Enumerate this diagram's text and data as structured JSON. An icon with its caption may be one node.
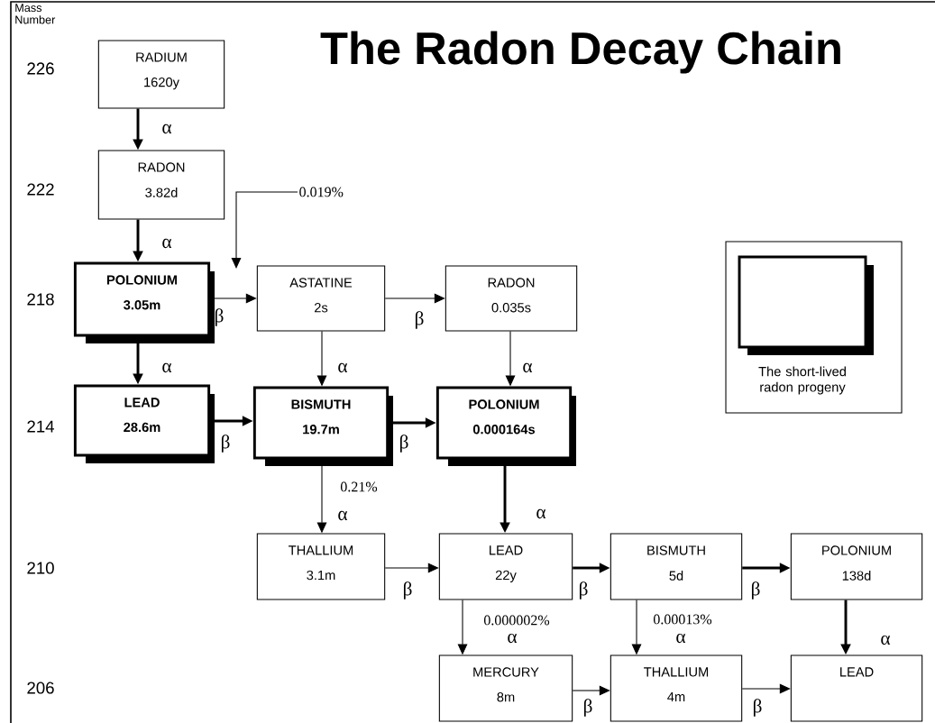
{
  "diagram": {
    "title": "The Radon Decay Chain",
    "nodes": [
      {
        "text": [
          "RADIUM",
          "1620y"
        ]
      },
      {
        "text": [
          "RADON",
          "3.82d"
        ]
      },
      {
        "text": [
          "POLONIUM",
          "3.05m"
        ]
      },
      {
        "text": [
          "ASTATINE",
          "2s"
        ]
      },
      {
        "text": [
          "RADON",
          "0.035s"
        ]
      },
      {
        "text": [
          "LEAD",
          "28.6m"
        ]
      },
      {
        "text": [
          "BISMUTH",
          "19.7m"
        ]
      },
      {
        "text": [
          "POLONIUM",
          "0.000164s"
        ]
      },
      {
        "text": [
          "THALLIUM",
          "3.1m"
        ]
      },
      {
        "text": [
          "LEAD",
          "22y"
        ]
      },
      {
        "text": [
          "BISMUTH",
          "5d"
        ]
      },
      {
        "text": [
          "POLONIUM",
          "138d"
        ]
      },
      {
        "text": [
          "MERCURY",
          "8m"
        ]
      },
      {
        "text": [
          "THALLIUM",
          "4m"
        ]
      },
      {
        "text": [
          "LEAD"
        ]
      },
      {
        "text": [
          "0.019%"
        ]
      }
    ],
    "edges": [
      {
        "from": 0,
        "to": 1,
        "arrow": "to",
        "label": "α",
        "style": "thick"
      },
      {
        "from": 1,
        "to": 2,
        "arrow": "to",
        "label": "α",
        "style": "thick"
      },
      {
        "from": 2,
        "to": 3,
        "arrow": "to",
        "label": "β"
      },
      {
        "from": 3,
        "to": 4,
        "arrow": "to",
        "label": "β"
      },
      {
        "from": 2,
        "to": 5,
        "arrow": "to",
        "label": "α",
        "style": "thick"
      },
      {
        "from": 3,
        "to": 6,
        "arrow": "to",
        "label": "α"
      },
      {
        "from": 4,
        "to": 7,
        "arrow": "to",
        "label": "α"
      },
      {
        "from": 5,
        "to": 6,
        "arrow": "to",
        "label": "β",
        "style": "thick"
      },
      {
        "from": 6,
        "to": 7,
        "arrow": "to",
        "label": "β",
        "style": "thick"
      },
      {
        "from": 6,
        "to": 8,
        "arrow": "to",
        "label": "α"
      },
      {
        "from": 7,
        "to": 9,
        "arrow": "to",
        "label": "α",
        "style": "thick"
      },
      {
        "from": 8,
        "to": 9,
        "arrow": "to",
        "label": "β"
      },
      {
        "from": 9,
        "to": 10,
        "arrow": "to",
        "label": "β",
        "style": "thick"
      },
      {
        "from": 10,
        "to": 11,
        "arrow": "to",
        "label": "β",
        "style": "thick"
      },
      {
        "from": 11,
        "to": 14,
        "arrow": "to",
        "label": "α",
        "style": "thick"
      },
      {
        "from": 9,
        "to": 12,
        "arrow": "to",
        "label": "α"
      },
      {
        "from": 10,
        "to": 13,
        "arrow": "to",
        "label": "α"
      },
      {
        "from": 12,
        "to": 13,
        "arrow": "to",
        "label": "β"
      },
      {
        "from": 13,
        "to": 14,
        "arrow": "to",
        "label": "β"
      },
      {
        "from": 15,
        "to": null,
        "arrow": "to"
      }
    ],
    "labels": [
      "Mass Number",
      "226",
      "222",
      "218",
      "214",
      "0.21%",
      "210",
      "0.000002%",
      "0.00013%",
      "206"
    ],
    "legend": [
      {
        "text": "The short-lived radon progeny"
      }
    ]
  }
}
